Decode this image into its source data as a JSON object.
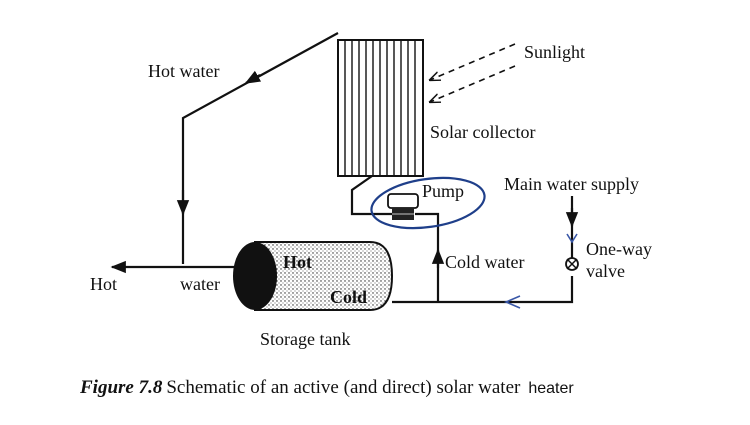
{
  "labels": {
    "sunlight": "Sunlight",
    "hot_water_top": "Hot water",
    "solar_collector": "Solar collector",
    "pump": "Pump",
    "main_water_supply": "Main water supply",
    "one_way_line1": "One-way",
    "one_way_line2": "valve",
    "cold_water": "Cold water",
    "hot_outlet_left": "Hot",
    "hot_outlet_right": "water",
    "tank_hot": "Hot",
    "tank_cold": "Cold",
    "storage_tank": "Storage tank"
  },
  "caption": {
    "figure": "Figure 7.8",
    "text": "Schematic of an active (and direct) solar water",
    "tail": "heater"
  },
  "colors": {
    "ink": "#111111",
    "pump_ring": "#1f3f8a",
    "supply_arrow": "#3a58a8"
  }
}
